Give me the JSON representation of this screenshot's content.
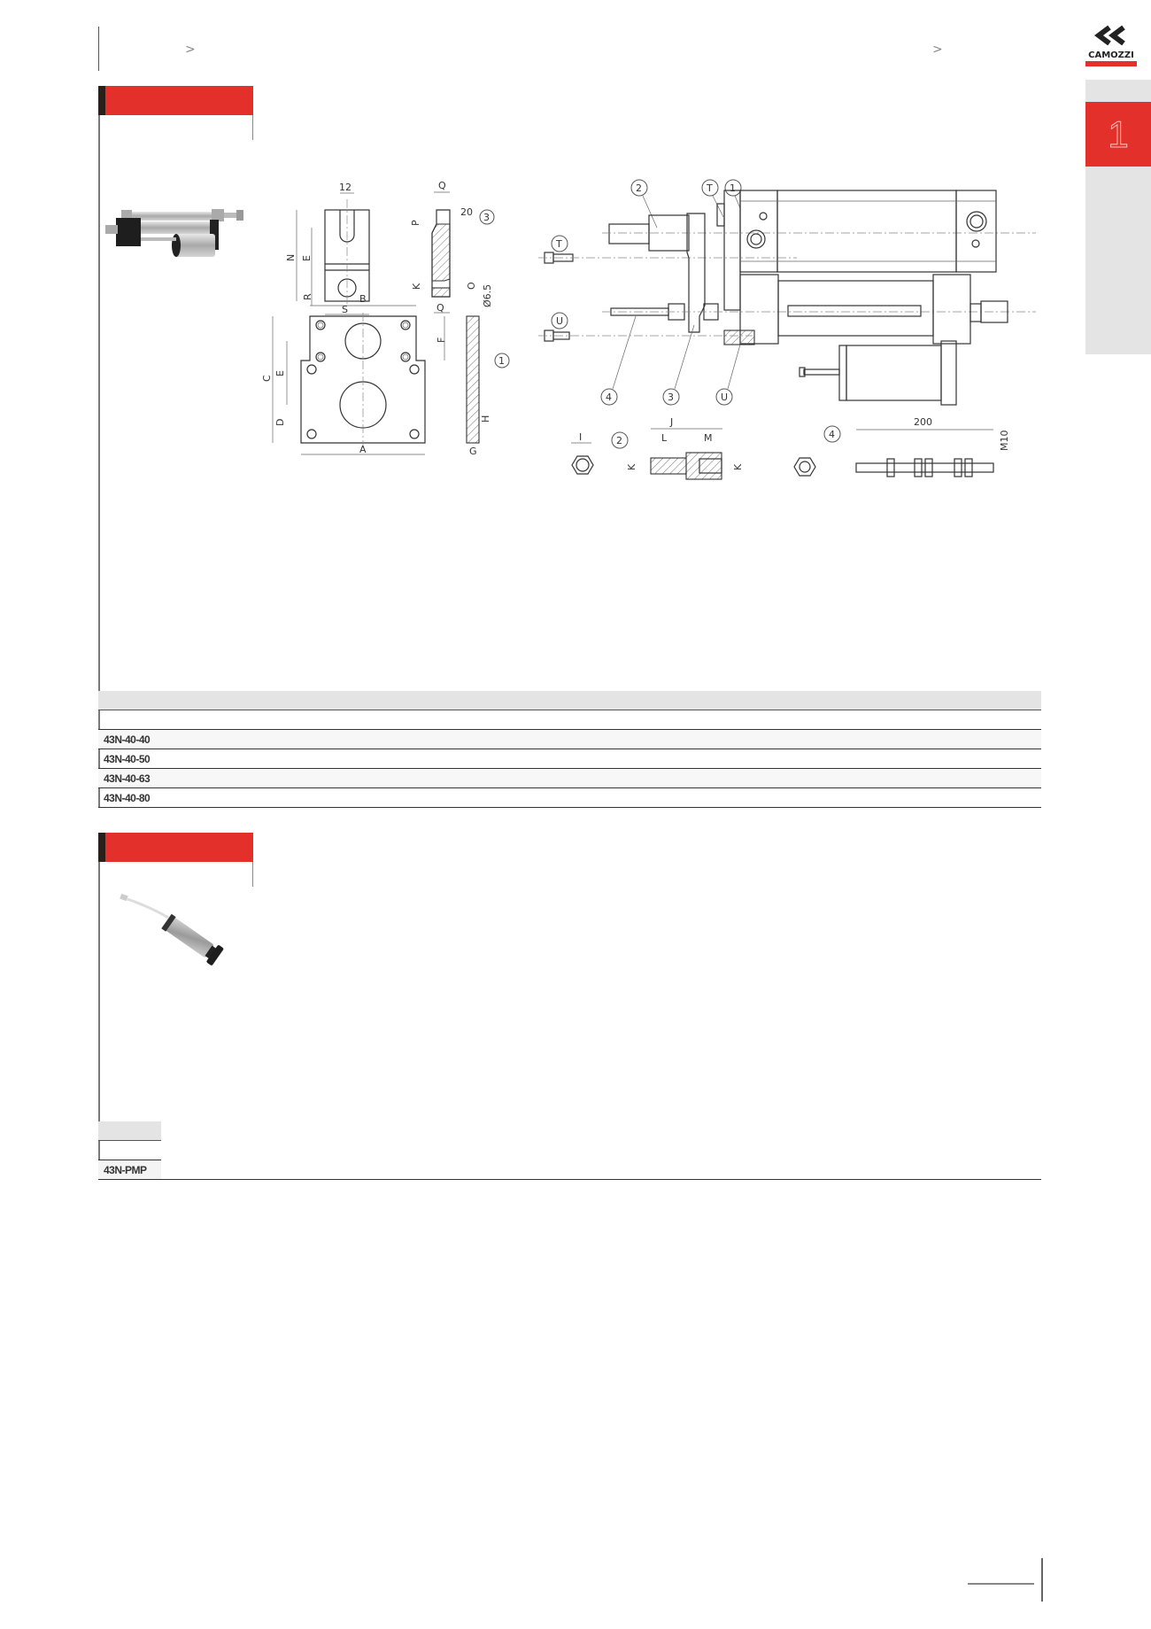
{
  "header": {
    "breadcrumb_separator_left": ">",
    "breadcrumb_separator_right": ">",
    "brand": {
      "logo_mark": "CK",
      "logo_text": "CAMOZZI",
      "accent_color": "#e3302a"
    }
  },
  "side_tab": {
    "chapter_number": "1",
    "color_active": "#e3302a",
    "color_bg": "#e4e4e4"
  },
  "sections": [
    {
      "id": "kit-section",
      "header_title": "",
      "product_image": "cylinder-with-hydraulic-brake-kit-photo",
      "drawing": {
        "part_callouts": [
          "1",
          "2",
          "3",
          "4",
          "T",
          "U"
        ],
        "dimension_labels": [
          "12",
          "N",
          "E",
          "R",
          "S",
          "P",
          "Q",
          "K",
          "O",
          "20",
          "B",
          "C",
          "F",
          "D",
          "A",
          "Ø6.5",
          "H",
          "G",
          "I",
          "J",
          "L",
          "M",
          "200",
          "M10"
        ]
      },
      "table": {
        "header_cells": [
          ""
        ],
        "rows": [
          {
            "code": "43N-40-40"
          },
          {
            "code": "43N-40-50"
          },
          {
            "code": "43N-40-63"
          },
          {
            "code": "43N-40-80"
          }
        ]
      }
    },
    {
      "id": "pump-section",
      "header_title": "",
      "product_image": "oil-filling-pump-photo",
      "table": {
        "header_cells": [
          ""
        ],
        "rows": [
          {
            "code": "43N-PMP"
          }
        ]
      }
    }
  ],
  "footer": {
    "page_number": ""
  }
}
